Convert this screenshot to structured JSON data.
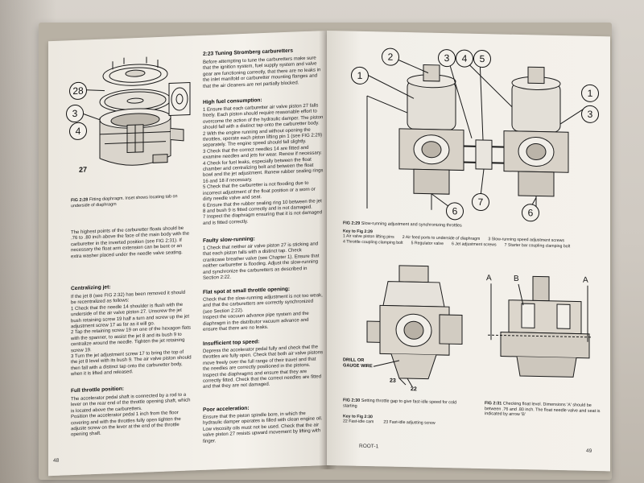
{
  "left_page": {
    "fig_2_28": {
      "callouts": [
        "28",
        "3",
        "4",
        "27"
      ],
      "caption_label": "FIG 2:28",
      "caption_text": "Fitting diaphragm. Inset shows locating tab on underside of diaphragm"
    },
    "intro_para": "The highest points of the carburetter floats should be .76 to .80 inch above the face of the main body with the carburetter in the inverted position (see FIG 2:31). If necessary the float arm extension can be bent or an extra washer placed under the needle valve seating.",
    "centralizing_heading": "Centralizing jet:",
    "centralizing_text": "If the jet 8 (see FIG 2:32) has been removed it should be recentralized as follows:\n1 Check that the needle 14 shoulder is flush with the underside of the air valve piston 27. Unscrew the jet bush retaining screw 19 half a turn and screw up the jet adjustment screw 17 as far as it will go.\n2 Tap the retaining screw 19 on one of the hexagon flats with the spanner, to assist the jet 8 and its bush 9 to centralize around the needle. Tighten the jet retaining screw 19.\n3 Turn the jet adjustment screw 17 to bring the top of the jet 8 level with its bush 9. The air valve piston should then fall with a distinct tap onto the carburetter body, when it is lifted and released.",
    "full_throttle_heading": "Full throttle position:",
    "full_throttle_text": "The accelerator pedal shaft is connected by a rod to a lever on the rear end of the throttle opening shaft, which is located above the carburetters.\nPosition the accelerator pedal 1 inch from the floor covering and with the throttles fully open tighten the adjuste screw on the lever at the end of the throttle opening shaft.",
    "page_number": "48"
  },
  "middle_column": {
    "section_title": "2:23 Tuning Stromberg carburetters",
    "section_intro": "Before attempting to tune the carburetters make sure that the ignition system, fuel supply system and valve gear are functioning correctly, that there are no leaks in the inlet manifold or carburetter mounting flanges and that the air cleaners are not partially blocked.",
    "high_fuel_heading": "High fuel consumption:",
    "high_fuel_text": "1 Ensure that each carburetter air valve piston 27 falls freely. Each piston should require reasonable effort to overcome the action of the hydraulic damper. The piston should fall with a distinct tap onto the carburetter body.\n2 With the engine running and without opening the throttles, operate each piston lifting pin 1 (see FIG 2:29) separately. The engine speed should fall slightly.\n3 Check that the correct needles 14 are fitted and examine needles and jets for wear. Renew if necessary.\n4 Check for fuel leaks, especially between the float chamber and centralizing bolt and between the float bowl and the jet adjustment. Renew rubber sealing rings 16 and 18 if necessary.\n5 Check that the carburetter is not flooding due to incorrect adjustment of the float position or a worn or dirty needle valve and seat.\n6 Ensure that the rubber sealing ring 10 between the jet 8 and bush 9 is fitted correctly and is not damaged.\n7 Inspect the diaphragm ensuring that it is not damaged and is fitted correctly.",
    "faulty_slow_heading": "Faulty slow-running:",
    "faulty_slow_text": "1 Check that neither air valve piston 27 is sticking and that each piston falls with a distinct tap. Check crankcase breather valve (see Chapter 1). Ensure that neither carburetter is flooding. Adjust the slow-running and synchronize the carburetters as described in Section 2:22.",
    "flat_spot_heading": "Flat spot at small throttle opening:",
    "flat_spot_text": "Check that the slow-running adjustment is not too weak, and that the carburetters are correctly synchronized (see Section 2:22).\nInspect the vacuum advance pipe system and the diaphragm in the distributor vacuum advance and ensure that there are no leaks.",
    "insufficient_heading": "Insufficient top speed:",
    "insufficient_text": "Depress the accelerator pedal fully and check that the throttles are fully open. Check that both air valve pistons move freely over the full range of their travel and that the needles are correctly positioned in the pistons. Inspect the diaphragms and ensure that they are correctly fitted. Check that the correct needles are fitted and that they are not damaged.",
    "poor_accel_heading": "Poor acceleration:",
    "poor_accel_text": "Ensure that the piston spindle bore, in which the hydraulic damper operates is filled with clean engine oil. Low viscosity oils must not be used. Check that the air valve piston 27 resists upward movement by lifting with finger."
  },
  "right_page": {
    "fig_2_29": {
      "callouts_top": [
        "1",
        "2",
        "3",
        "4",
        "5"
      ],
      "callouts_right": [
        "1",
        "3"
      ],
      "callouts_bottom": [
        "6",
        "7",
        "6"
      ],
      "caption_label": "FIG 2:29",
      "caption_text": "Slow-running adjustment and synchronizing throttles",
      "key_label": "Key to Fig 2:29",
      "key_items": [
        "1 Air valve piston lifting pins",
        "2 Air feed ports to underside of diaphragm",
        "3 Slow-running speed adjustment screws",
        "4 Throttle coupling clamping bolt",
        "5 Regulator valve",
        "6 Jet adjustment screws",
        "7 Starter bar coupling clamping bolt"
      ]
    },
    "fig_2_30": {
      "label_drill": "DRILL OR GAUGE WIRE",
      "callout_a": "23",
      "callout_b": "22",
      "caption_label": "FIG 2:30",
      "caption_text": "Setting throttle gap to give fast-idle speed for cold starting",
      "key_label": "Key to Fig 2:30",
      "key_items": [
        "22 Fast-idle cam",
        "23 Fast-idle adjusting screw"
      ]
    },
    "fig_2_31": {
      "labels": [
        "A",
        "B",
        "A"
      ],
      "caption_label": "FIG 2:31",
      "caption_text": "Checking float level. Dimensions 'A' should be between .76 and .80 inch. The float needle valve and seat is indicated by arrow 'B'"
    },
    "footer_text": "ROOT-1",
    "page_number": "49"
  }
}
